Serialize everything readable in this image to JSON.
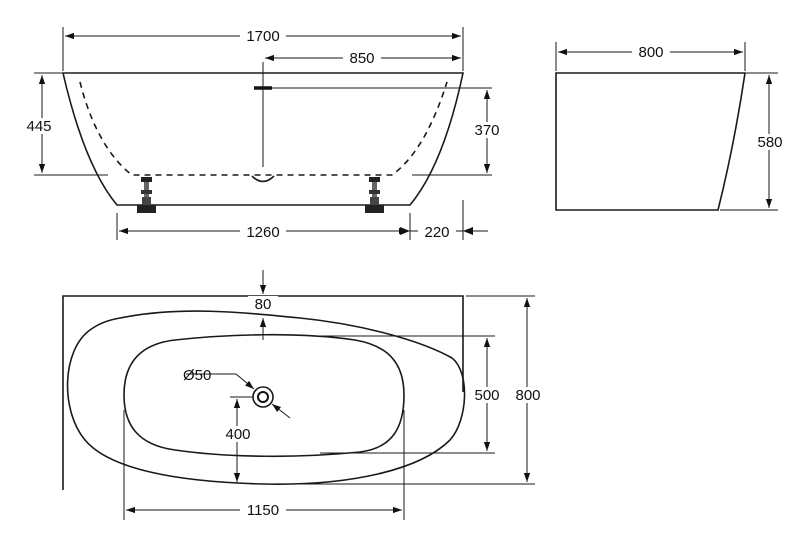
{
  "diagram": {
    "dimensions": {
      "overall_length": "1700",
      "half_length": "850",
      "side_height": "445",
      "water_depth": "370",
      "feet_span": "1260",
      "end_offset": "220",
      "end_width": "800",
      "end_height": "580",
      "rim_offset": "80",
      "drain_diameter": "Ø50",
      "inner_width": "500",
      "drain_to_edge": "400",
      "top_width": "800",
      "inner_length": "1150"
    }
  }
}
